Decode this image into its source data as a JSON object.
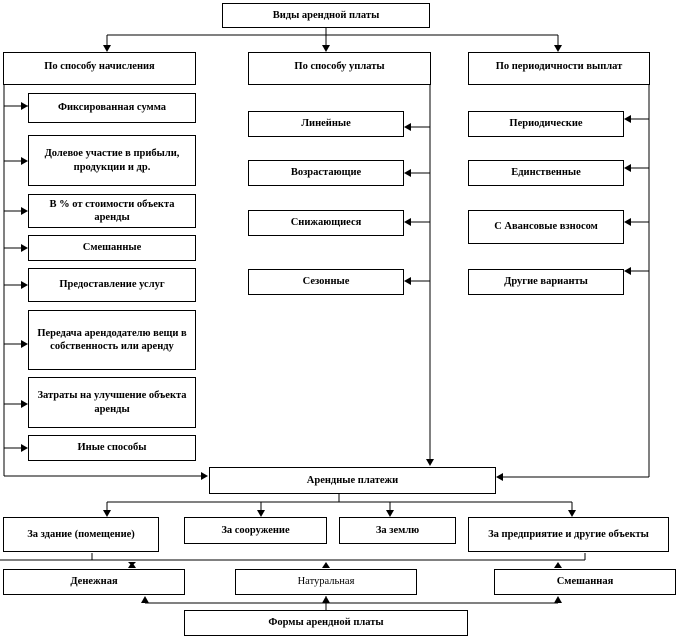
{
  "root": {
    "title": "Виды арендной платы"
  },
  "categories": [
    {
      "title": "По способу начисления",
      "items": [
        "Фиксированная сумма",
        "Долевое участие в прибыли, продукции и др.",
        "В % от стоимости объекта аренды",
        "Смешанные",
        "Предоставление услуг",
        "Передача арендодателю вещи в собственность или аренду",
        "Затраты на улучшение объекта аренды",
        "Иные способы"
      ]
    },
    {
      "title": "По способу уплаты",
      "items": [
        "Линейные",
        "Возрастающие",
        "Снижающиеся",
        "Сезонные"
      ]
    },
    {
      "title": "По периодичности выплат",
      "items": [
        "Периодические",
        "Единственные",
        "С Авансовые взносом",
        "Другие варианты"
      ]
    }
  ],
  "payments": {
    "title": "Арендные платежи",
    "objects": [
      "За здание (помещение)",
      "За сооружение",
      "За землю",
      "За предприятие и другие объекты"
    ]
  },
  "forms": {
    "title": "Формы арендной платы",
    "items": [
      "Денежная",
      "Натуральная",
      "Смешанная"
    ]
  }
}
